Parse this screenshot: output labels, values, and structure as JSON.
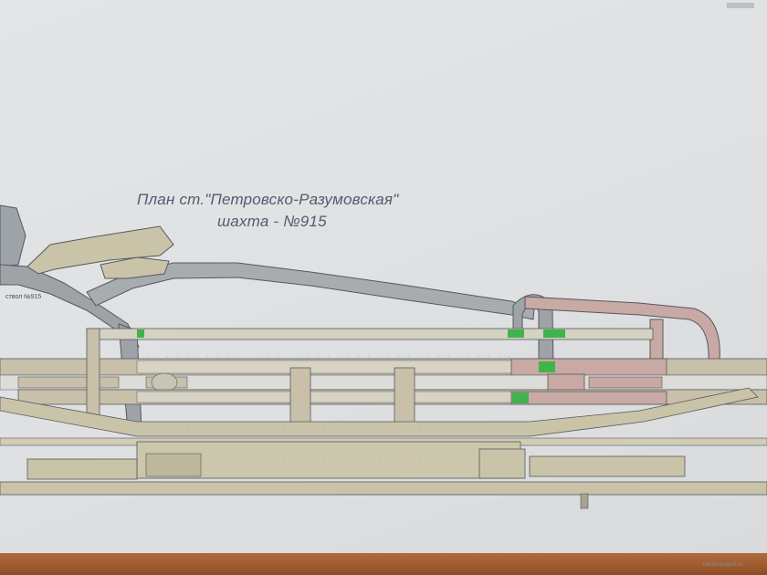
{
  "plan": {
    "title_line1": "План  ст.\"Петровско-Разумовская\"",
    "title_line2": "шахта - №915",
    "shaft_label": "ствол №915"
  },
  "watermark": "nashtransport.ru",
  "colors": {
    "paper": "#e0e2e4",
    "tunnel_tan": "#c9c3a8",
    "tunnel_pink": "#c9a9a3",
    "tunnel_grey": "#9ea3a8",
    "green_marker": "#3fb44a",
    "outline": "#55595e",
    "desk_wood": "#a5612f"
  }
}
